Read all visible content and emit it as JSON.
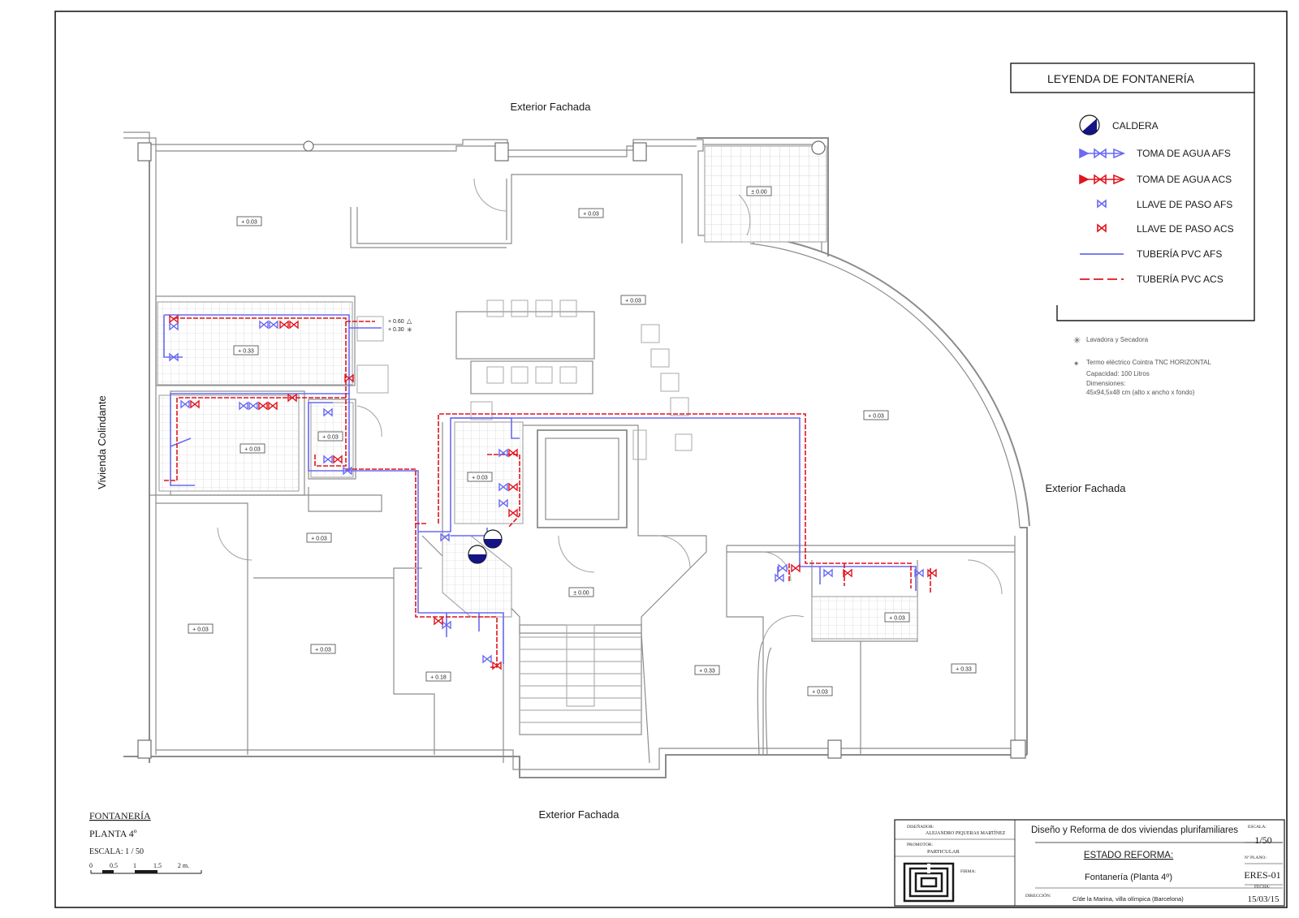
{
  "labels": {
    "exterior_top": "Exterior Fachada",
    "exterior_right": "Exterior Fachada",
    "exterior_bottom": "Exterior Fachada",
    "vivienda": "Vivienda Colindante"
  },
  "legend": {
    "title": "LEYENDA DE FONTANERÍA",
    "items": {
      "caldera": "CALDERA",
      "toma_afs": "TOMA DE AGUA AFS",
      "toma_acs": "TOMA DE AGUA ACS",
      "llave_afs": "LLAVE DE PASO AFS",
      "llave_acs": "LLAVE DE PASO ACS",
      "tuberia_afs": "TUBERÍA PVC AFS",
      "tuberia_acs": "TUBERÍA PVC ACS"
    },
    "notes": {
      "lavadora": "Lavadora y Secadora",
      "termo": "Termo eléctrico Cointra TNC HORIZONTAL",
      "capacidad": "Capacidad: 100 Litros",
      "dimensiones": "Dimensiones:",
      "dim_value": "45x94,5x48 cm (alto x ancho x fondo)"
    }
  },
  "levels": {
    "l1": "+ 0.03",
    "l2": "+ 0.03",
    "l3": "± 0.00",
    "l4": "+ 0.03",
    "l5": "+ 0.33",
    "l6": "+ 0.03",
    "l7": "+ 0.03",
    "l8": "+ 0.03",
    "l9": "+ 0.03",
    "l10": "+ 0.03",
    "l11": "+ 0.03",
    "l12": "+ 0.03",
    "l13": "± 0.00",
    "l14": "+ 0.18",
    "l15": "+ 0.33",
    "l16": "+ 0.03",
    "l17": "+ 0.33",
    "l18": "+ 0.03",
    "h060": "+ 0.60",
    "h030": "+ 0.30"
  },
  "plan_info": {
    "title": "FONTANERÍA",
    "floor": "PLANTA 4º",
    "scale": "ESCALA:  1 / 50",
    "bar": [
      "0",
      "0.5",
      "1",
      "1.5",
      "2 m."
    ]
  },
  "title_block": {
    "disenador_label": "DISEÑADOR:",
    "disenador": "ALEJANDRO PIQUERAS MARTÍNEZ",
    "promotor_label": "PROMOTOR:",
    "promotor": "PARTICULAR",
    "firma_label": "FIRMA:",
    "direccion_label": "DIRECCIÓN:",
    "direccion": "C/de la Marina, villa olímpica (Barcelona)",
    "project": "Diseño y Reforma de dos viviendas plurifamiliares",
    "estado": "ESTADO REFORMA:",
    "sheet_name": "Fontanería (Planta 4º)",
    "escala_label": "ESCALA:",
    "escala": "1/50",
    "plano_label": "Nº PLANO:",
    "plano": "ERES-01",
    "fecha_label": "FECHA:",
    "fecha": "15/03/15"
  },
  "colors": {
    "afs": "#6a6af2",
    "acs": "#e0141e",
    "wall": "#9a9a9a",
    "ink": "#1a1a1a"
  }
}
